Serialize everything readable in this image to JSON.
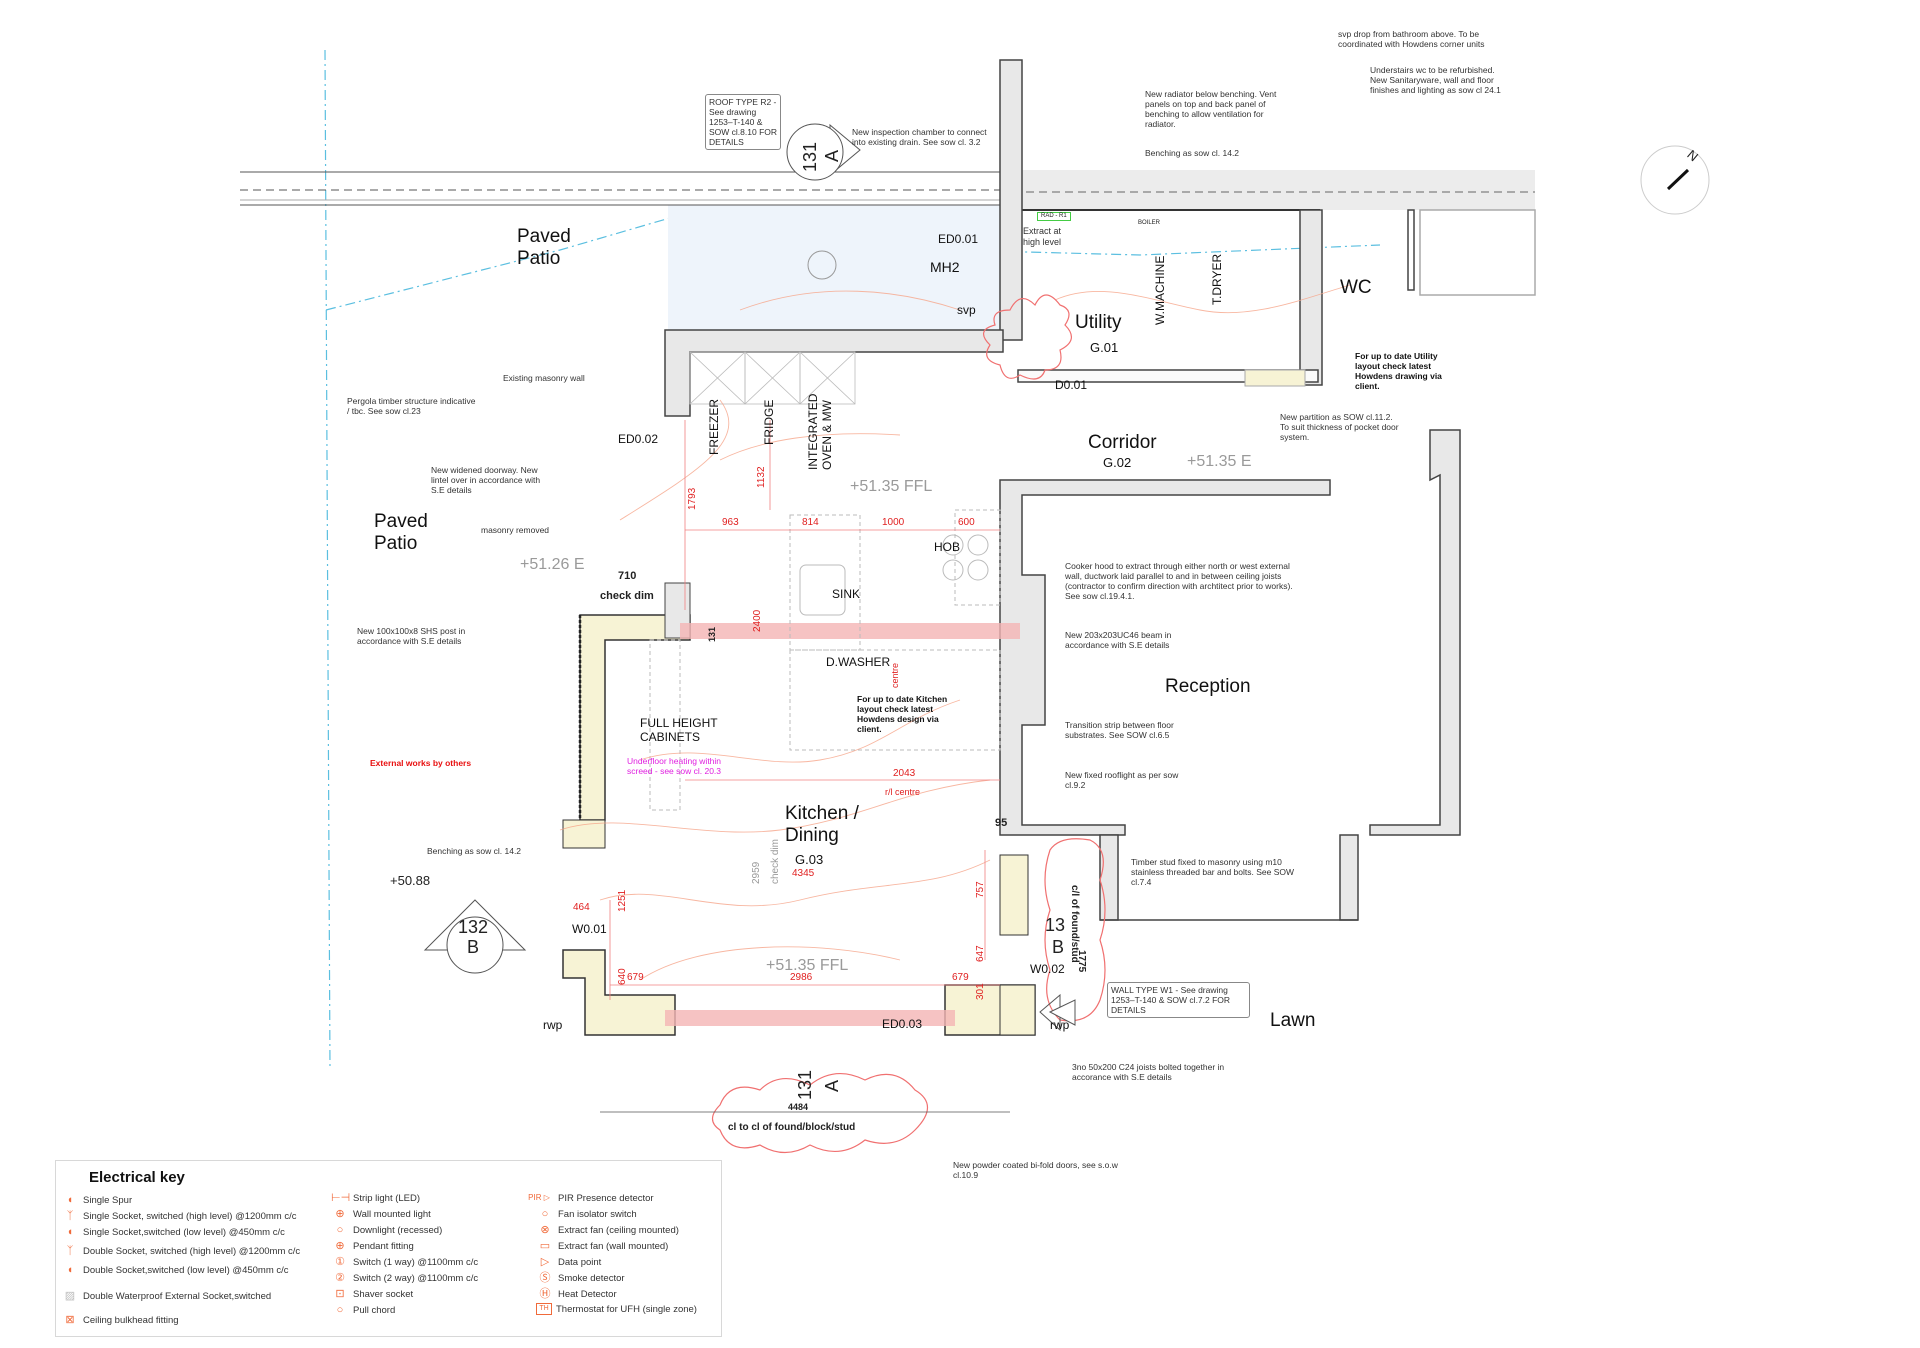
{
  "drawing": {
    "north_marker": "N",
    "rooms": [
      {
        "id": "utility",
        "name": "Utility",
        "code": "G.01"
      },
      {
        "id": "corridor",
        "name": "Corridor",
        "code": "G.02"
      },
      {
        "id": "kitchen",
        "name": "Kitchen / Dining",
        "code": "G.03"
      },
      {
        "id": "reception",
        "name": "Reception",
        "code": ""
      },
      {
        "id": "wc",
        "name": "WC",
        "code": ""
      }
    ],
    "outdoor_labels": {
      "paved_patio_top": "Paved Patio",
      "paved_patio_left": "Paved Patio",
      "lawn": "Lawn"
    },
    "levels": {
      "ffl_kitchen_top": "+51.35 FFL",
      "ffl_kitchen_bottom": "+51.35 FFL",
      "corridor": "+51.35 E",
      "patio": "+51.26 E",
      "external": "+50.88"
    },
    "section_markers": {
      "top": {
        "number": "131",
        "letter": "A"
      },
      "left": {
        "number": "132",
        "letter": "B"
      },
      "right": {
        "number": "13",
        "letter": "B"
      },
      "bottom": {
        "number": "131",
        "letter": "A"
      }
    },
    "door_window_tags": {
      "ed001": "ED0.01",
      "ed002": "ED0.02",
      "ed003": "ED0.03",
      "d001": "D0.01",
      "w001": "W0.01",
      "w002": "W0.02",
      "mh2": "MH2",
      "svp": "svp",
      "rwp_left": "rwp",
      "rwp_right": "rwp"
    },
    "appliances": {
      "freezer": "FREEZER",
      "fridge": "FRIDGE",
      "oven": "INTEGRATED OVEN & MW",
      "hob": "HOB",
      "sink": "SINK",
      "dwasher": "D.WASHER",
      "wmachine": "W.MACHINE",
      "tdryer": "T.DRYER",
      "boiler": "BOILER",
      "rad": "RAD - R1",
      "cabinets": "FULL HEIGHT CABINETS"
    },
    "dimensions": {
      "d1793": "1793",
      "d1132": "1132",
      "d963": "963",
      "d814": "814",
      "d1000": "1000",
      "d600": "600",
      "d2400": "2400",
      "d2043": "2043",
      "d710": "710",
      "d4345": "4345",
      "d2959": "2959",
      "d464": "464",
      "d1251": "1251",
      "d640": "640",
      "d679a": "679",
      "d2986": "2986",
      "d679b": "679",
      "d757": "757",
      "d647": "647",
      "d301": "301",
      "d95": "95",
      "d1775": "1775",
      "d4484": "4484",
      "d131": "131",
      "check_dim": "check dim",
      "check_dim_v": "check dim",
      "rl_centre": "r/l centre",
      "centre": "centre",
      "cl_found_stud": "c/l of found/stud",
      "cl_to_cl": "cl to cl of found/block/stud"
    },
    "notes": {
      "roof_type": "ROOF TYPE R2 - See drawing 1253–T-140 & SOW cl.8.10 FOR DETAILS",
      "inspection_chamber": "New inspection chamber to connect into existing drain. See sow cl. 3.2",
      "radiator": "New radiator below benching. Vent panels on top and back panel of benching to allow ventilation for radiator.",
      "benching_top": "Benching as sow cl. 14.2",
      "svp_drop": "svp drop from bathroom above. To be coordinated with Howdens corner units",
      "understairs_wc": "Understairs wc to be refurbished. New Sanitaryware, wall and floor finishes and lighting as sow cl 24.1",
      "extract": "Extract at high level",
      "utility_layout": "For up to date Utility layout check latest Howdens drawing via client.",
      "new_partition": "New partition as SOW cl.11.2. To suit thickness of pocket door system.",
      "existing_masonry": "Existing masonry wall",
      "pergola": "Pergola timber structure indicative / tbc. See sow cl.23",
      "widened_doorway": "New widened doorway. New lintel over in accordance with S.E details",
      "masonry_removed": "masonry removed",
      "shs_post": "New 100x100x8 SHS post in accordance with S.E details",
      "external_works": "External works by others",
      "ufh": "Underfloor heating within screed - see sow cl. 20.3",
      "kitchen_layout": "For up to date Kitchen layout check latest Howdens design via client.",
      "cooker_hood": "Cooker hood to extract through either north or west external wall, ductwork laid parallel to and in between ceiling joists (contractor to confirm direction with archtitect prior to works). See sow cl.19.4.1.",
      "beam": "New 203x203UC46 beam in accordance with S.E details",
      "transition_strip": "Transition strip between floor substrates. See SOW cl.6.5",
      "rooflight": "New fixed rooflight as per sow cl.9.2",
      "benching_left": "Benching as sow cl. 14.2",
      "timber_stud": "Timber stud fixed to masonry using m10 stainless threaded bar and bolts. See SOW cl.7.4",
      "wall_type": "WALL TYPE W1 - See drawing 1253–T-140 & SOW cl.7.2 FOR DETAILS",
      "joists": "3no 50x200 C24 joists bolted together in accorance with S.E details",
      "bifold": "New powder coated bi-fold doors, see s.o.w cl.10.9"
    },
    "colors": {
      "wall_fill": "#e8e8e8",
      "wall_line": "#444444",
      "electrical": "#f06a3a",
      "dimension": "#e02020",
      "drainage": "#5bbfe0",
      "beam": "#f4b4b4",
      "ufh_text": "#e020e0",
      "level_grey": "#9a9a9a"
    }
  },
  "legend": {
    "title": "Electrical key",
    "column1": [
      {
        "icon": "single-spur-icon",
        "label": "Single Spur"
      },
      {
        "icon": "single-socket-high-icon",
        "label": "Single Socket, switched (high level) @1200mm c/c"
      },
      {
        "icon": "single-socket-low-icon",
        "label": "Single Socket,switched (low level) @450mm c/c"
      },
      {
        "icon": "double-socket-high-icon",
        "label": "Double Socket, switched (high level) @1200mm c/c"
      },
      {
        "icon": "double-socket-low-icon",
        "label": "Double Socket,switched (low level) @450mm c/c"
      },
      {
        "icon": "waterproof-socket-icon",
        "label": "Double Waterproof External Socket,switched"
      },
      {
        "icon": "bulkhead-icon",
        "label": "Ceiling bulkhead fitting"
      }
    ],
    "column2": [
      {
        "icon": "strip-light-icon",
        "label": "Strip light (LED)"
      },
      {
        "icon": "wall-light-icon",
        "label": "Wall mounted light"
      },
      {
        "icon": "downlight-icon",
        "label": "Downlight (recessed)"
      },
      {
        "icon": "pendant-icon",
        "label": "Pendant fitting"
      },
      {
        "icon": "switch-1way-icon",
        "label": "Switch (1 way) @1100mm c/c"
      },
      {
        "icon": "switch-2way-icon",
        "label": "Switch (2 way) @1100mm c/c"
      },
      {
        "icon": "shaver-socket-icon",
        "label": "Shaver socket"
      },
      {
        "icon": "pull-chord-icon",
        "label": "Pull chord"
      }
    ],
    "column3": [
      {
        "icon": "pir-icon",
        "label": "PIR Presence detector",
        "prefix": "PIR"
      },
      {
        "icon": "fan-isolator-icon",
        "label": "Fan isolator switch"
      },
      {
        "icon": "extract-fan-ceiling-icon",
        "label": "Extract fan (ceiling mounted)"
      },
      {
        "icon": "extract-fan-wall-icon",
        "label": "Extract fan (wall mounted)"
      },
      {
        "icon": "data-point-icon",
        "label": "Data point"
      },
      {
        "icon": "smoke-detector-icon",
        "label": "Smoke detector"
      },
      {
        "icon": "heat-detector-icon",
        "label": "Heat Detector"
      },
      {
        "icon": "thermostat-icon",
        "label": "Thermostat for UFH (single zone)"
      }
    ]
  }
}
